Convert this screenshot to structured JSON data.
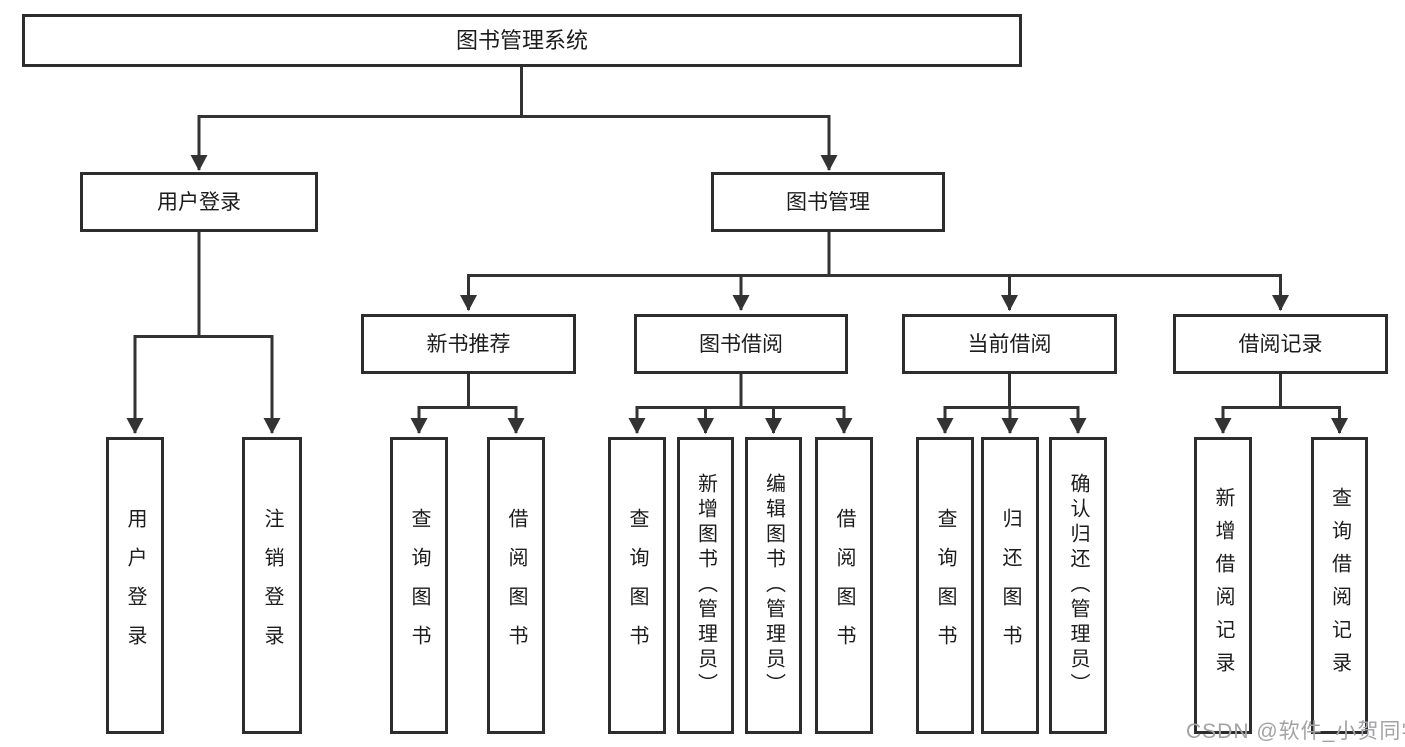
{
  "diagram": {
    "root": "图书管理系统",
    "user_branch": {
      "label": "用户登录",
      "children": [
        "用户登录",
        "注销登录"
      ]
    },
    "book_branch": {
      "label": "图书管理",
      "sections": [
        {
          "label": "新书推荐",
          "children": [
            "查询图书",
            "借阅图书"
          ]
        },
        {
          "label": "图书借阅",
          "children": [
            "查询图书",
            "新增图书（管理员）",
            "编辑图书（管理员）",
            "借阅图书"
          ]
        },
        {
          "label": "当前借阅",
          "children": [
            "查询图书",
            "归还图书",
            "确认归还（管理员）"
          ]
        },
        {
          "label": "借阅记录",
          "children": [
            "新增借阅记录",
            "查询借阅记录"
          ]
        }
      ]
    }
  },
  "watermark": "CSDN @软件_小贺同学",
  "colors": {
    "line": "#333333",
    "border": "#2d2d2d",
    "text": "#1c1c1c",
    "canvas": "#ffffff",
    "watermark": "#a3a3a6"
  }
}
